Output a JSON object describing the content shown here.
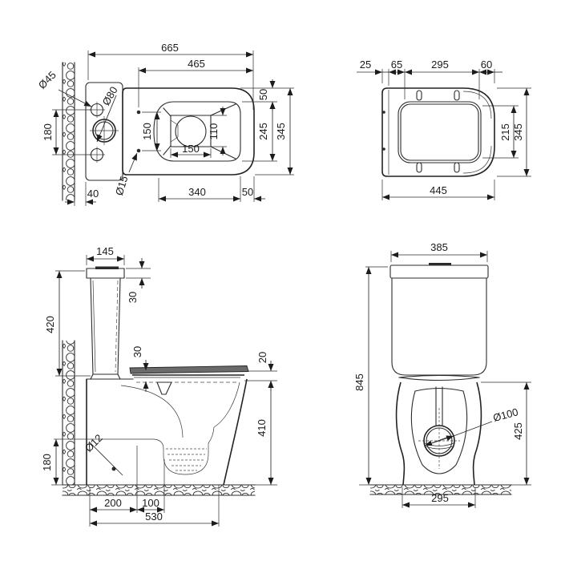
{
  "drawing": {
    "kind": "toilet technical dimension drawing",
    "line_color": "#2b2b2b",
    "background": "#ffffff"
  },
  "plan": {
    "overall_length": "665",
    "bowl_length": "465",
    "rim_rear_offset": "50",
    "rim_width": "245",
    "bowl_width": "345",
    "fixing_pitch": "150",
    "spot_width": "110",
    "spot_length": "150",
    "rim_length": "340",
    "front_rim": "50",
    "wall_hole_pitch": "180",
    "wall_offset": "40",
    "hole_dia": "Ø45",
    "outlet_dia": "Ø80",
    "fixing_dia": "Ø15"
  },
  "seat": {
    "rear_gap": "25",
    "hinge_offset": "65",
    "opening_length": "295",
    "front_offset": "60",
    "opening_width": "215",
    "seat_width": "345",
    "seat_length": "445"
  },
  "side": {
    "tank_depth": "145",
    "lid_height": "30",
    "tank_height": "420",
    "seat_stack": "30",
    "lid_over_rim": "20",
    "rim_height": "410",
    "trap_height": "180",
    "fixing_dia": "Ø12",
    "outlet_offset": "200",
    "trap_offset": "100",
    "base_depth": "530"
  },
  "front": {
    "tank_width": "385",
    "overall_height": "845",
    "outlet_dia": "Ø100",
    "bowl_height": "425",
    "base_width": "295"
  }
}
